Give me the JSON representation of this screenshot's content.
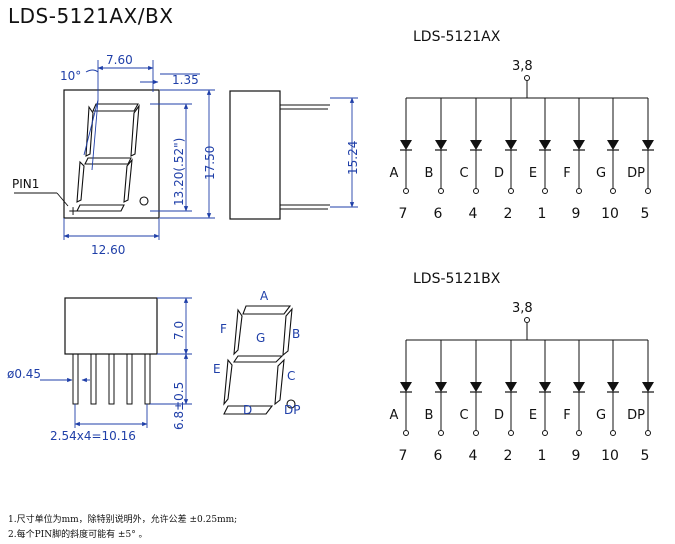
{
  "title": "LDS-5121AX/BX",
  "front_view": {
    "angle": "10°",
    "top_width": "7.60",
    "offset": "1.35",
    "digit_height": "13.20(.52\")",
    "body_height": "17.50",
    "pin_label": "PIN1",
    "pin_mark": "+",
    "body_width": "12.60"
  },
  "side_view": {
    "pin_span": "15.24"
  },
  "bottom_view": {
    "pin_dia": "ø0.45",
    "body_depth": "7.0",
    "pin_length": "6.8±0.5",
    "pitch": "2.54x4=10.16"
  },
  "segments": {
    "a": "A",
    "b": "B",
    "c": "C",
    "d": "D",
    "e": "E",
    "f": "F",
    "g": "G",
    "dp": "DP"
  },
  "circuits": [
    {
      "name": "LDS-5121AX",
      "common": "3,8",
      "pins": [
        {
          "seg": "A",
          "num": "7"
        },
        {
          "seg": "B",
          "num": "6"
        },
        {
          "seg": "C",
          "num": "4"
        },
        {
          "seg": "D",
          "num": "2"
        },
        {
          "seg": "E",
          "num": "1"
        },
        {
          "seg": "F",
          "num": "9"
        },
        {
          "seg": "G",
          "num": "10"
        },
        {
          "seg": "DP",
          "num": "5"
        }
      ]
    },
    {
      "name": "LDS-5121BX",
      "common": "3,8",
      "pins": [
        {
          "seg": "A",
          "num": "7"
        },
        {
          "seg": "B",
          "num": "6"
        },
        {
          "seg": "C",
          "num": "4"
        },
        {
          "seg": "D",
          "num": "2"
        },
        {
          "seg": "E",
          "num": "1"
        },
        {
          "seg": "F",
          "num": "9"
        },
        {
          "seg": "G",
          "num": "10"
        },
        {
          "seg": "DP",
          "num": "5"
        }
      ]
    }
  ],
  "notes": [
    "1.尺寸单位为mm，除特别说明外，允许公差 ±0.25mm;",
    "2.每个PIN脚的斜度可能有 ±5° 。"
  ]
}
